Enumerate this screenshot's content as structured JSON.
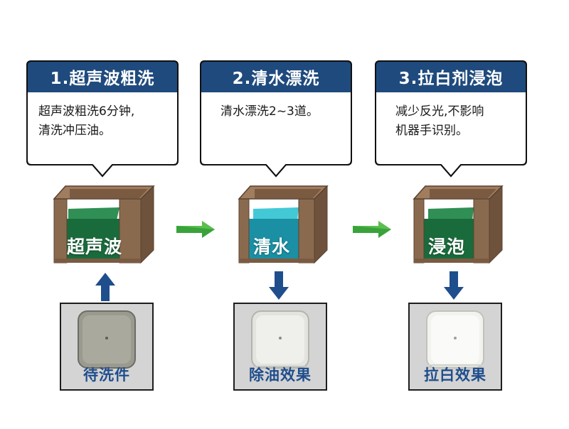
{
  "colors": {
    "title_bar": "#1f4a7d",
    "box_wall": "#8a6a4e",
    "box_wall_dark": "#6e523b",
    "liquid_ultrasonic": "#1a6b3c",
    "liquid_rinse": "#1b8fa3",
    "liquid_soak": "#1a6b3c",
    "arrow_blue": "#1f4e8c",
    "arrow_green": "#3aa23a",
    "sample_bg": "#d4d4d4",
    "label_blue": "#1f4e8c"
  },
  "steps": [
    {
      "title": "1.超声波粗洗",
      "lines": [
        "超声波粗洗6分钟,",
        "清洗冲压油。"
      ],
      "tank_label": "超声波",
      "liquid": "green",
      "arrow_direction": "up",
      "sample_label": "待洗件",
      "sample_state": "dirty"
    },
    {
      "title": "2.清水漂洗",
      "lines": [
        "清水漂洗2~3道。"
      ],
      "tank_label": "清水",
      "liquid": "cyan",
      "arrow_direction": "down",
      "sample_label": "除油效果",
      "sample_state": "clean"
    },
    {
      "title": "3.拉白剂浸泡",
      "lines": [
        "减少反光,不影响",
        "机器手识别。"
      ],
      "tank_label": "浸泡",
      "liquid": "green",
      "arrow_direction": "down",
      "sample_label": "拉白效果",
      "sample_state": "white"
    }
  ],
  "flow_arrows": [
    "step1-to-step2-arrow",
    "step2-to-step3-arrow"
  ]
}
